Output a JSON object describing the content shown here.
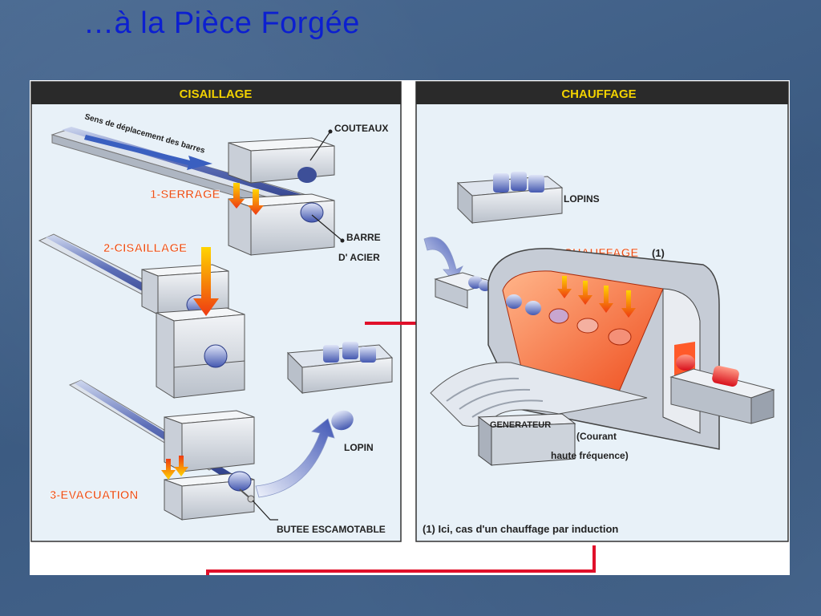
{
  "slide": {
    "title": "…à la Pièce Forgée"
  },
  "panel_left": {
    "header": "CISAILLAGE",
    "direction_label": "Sens de déplacement des barres",
    "couteaux": "COUTEAUX",
    "barre_line1": "BARRE",
    "barre_line2": "D' ACIER",
    "step1": "1-SERRAGE",
    "step2": "2-CISAILLAGE",
    "step3": "3-EVACUATION",
    "lopin": "LOPIN",
    "butee": "BUTEE ESCAMOTABLE"
  },
  "panel_right": {
    "header": "CHAUFFAGE",
    "lopins": "LOPINS",
    "chauffage_label": "CHAUFFAGE",
    "chauffage_ref": "(1)",
    "generateur": "GENERATEUR",
    "courant_line1": "(Courant",
    "courant_line2": "haute fréquence)",
    "footnote": "(1)  Ici, cas d'un chauffage par induction"
  },
  "colors": {
    "title": "#0c1fd0",
    "header_bg": "#2a2a2a",
    "header_text": "#f2d200",
    "step_text": "#e8501a",
    "arrow_red": "#e0102a",
    "panel_bg": "#e8f1f8"
  }
}
